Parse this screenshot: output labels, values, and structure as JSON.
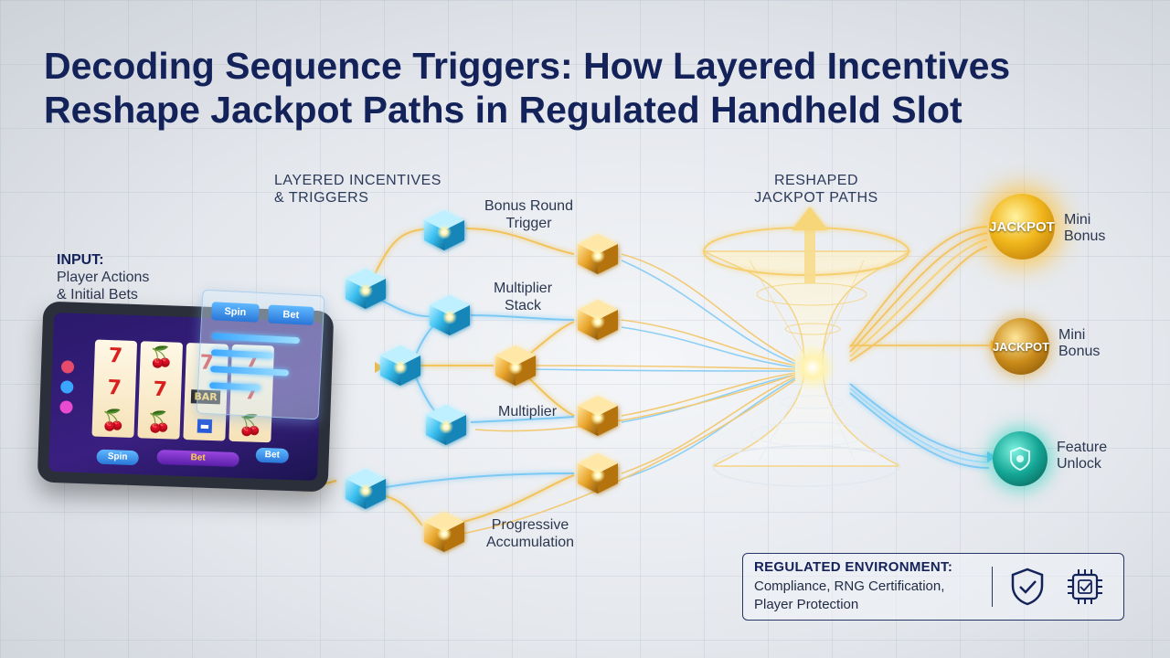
{
  "title": {
    "line1": "Decoding Sequence Triggers: How Layered Incentives",
    "line2": "Reshape Jackpot Paths in Regulated Handheld Slot"
  },
  "input_label": {
    "line1": "INPUT:",
    "line2": "Player Actions",
    "line3": "& Initial Bets"
  },
  "layered_header": {
    "line1": "LAYERED INCENTIVES",
    "line2": "& TRIGGERS"
  },
  "reshaped_header": {
    "line1": "RESHAPED",
    "line2": "JACKPOT PATHS"
  },
  "trigger_labels": {
    "bonus_round": {
      "line1": "Bonus Round",
      "line2": "Trigger"
    },
    "multiplier_stack": {
      "line1": "Multiplier",
      "line2": "Stack"
    },
    "multiplier": "Multiplier",
    "progressive": {
      "line1": "Progressive",
      "line2": "Accumulation"
    }
  },
  "tablet": {
    "spin_label": "Spin",
    "bet_label": "Bet",
    "bar_label": "BAR",
    "panel_spin": "Spin",
    "panel_bet": "Bet"
  },
  "outcomes": [
    {
      "coin_text": "JACKPOT",
      "line1": "Mini",
      "line2": "Bonus"
    },
    {
      "coin_text": "JACKPOT",
      "line1": "Mini",
      "line2": "Bonus"
    },
    {
      "coin_text": "",
      "line1": "Feature",
      "line2": "Unlock"
    }
  ],
  "regulated": {
    "heading": "REGULATED ENVIRONMENT:",
    "line1": "Compliance, RNG Certification,",
    "line2": "Player Protection"
  },
  "icons": {
    "shield": "shield-check-icon",
    "chip": "certified-chip-icon",
    "feature": "shield-coin-icon"
  },
  "colors": {
    "title": "#14225a",
    "cube_blue": "#2fb6ea",
    "cube_gold": "#e3a02a",
    "stream_blue": "#7cc9f4",
    "stream_gold": "#f3c460"
  }
}
